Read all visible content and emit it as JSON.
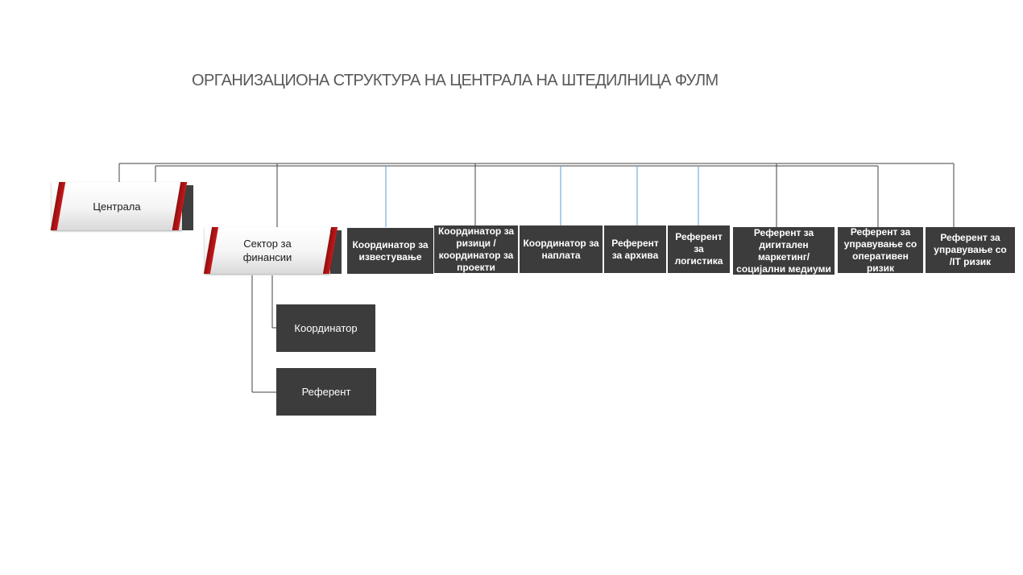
{
  "title": "ОРГАНИЗАЦИОНА СТРУКТУРА НА ЦЕНТРАЛА НА ШТЕДИЛНИЦА ФУЛМ",
  "centrala": "Централа",
  "sektor": "Сектор за\nфинансии",
  "positions": [
    "Координатор за известување",
    "Координатор за ризици /координатор за проекти",
    "Координатор за наплата",
    "Референт за архива",
    "Референт за логистика",
    "Референт за дигитален маркетинг/социјални медиуми",
    "Референт за управување со оперативен ризик",
    "Референт за управување со /IT ризик"
  ],
  "sub_units": [
    "Координатор",
    "Референт"
  ],
  "colors": {
    "box": "#3c3c3c",
    "accent_red": "#c8191d",
    "line_dark": "#404040",
    "line_blue": "#5b9bd5"
  }
}
